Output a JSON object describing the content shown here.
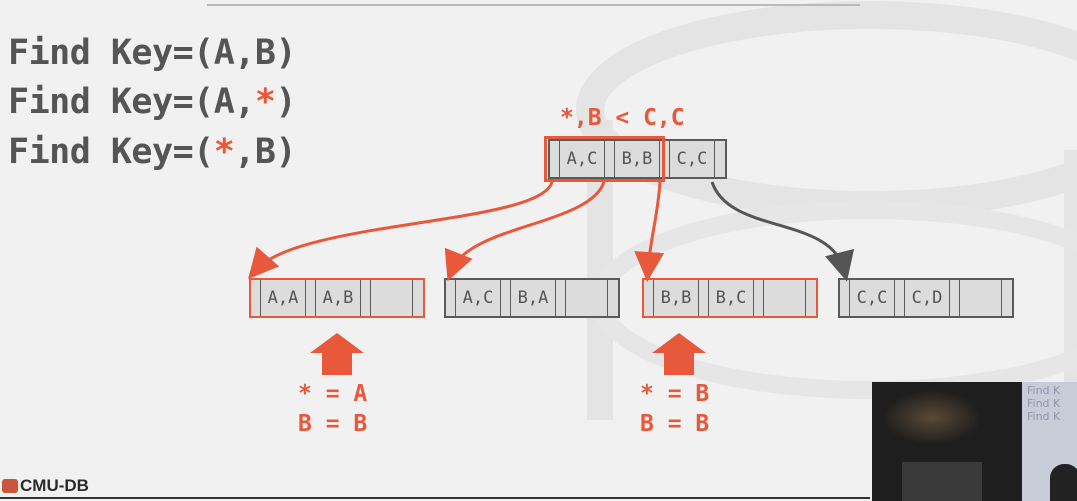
{
  "queries": [
    {
      "prefix": "Find Key=(",
      "part1": "A",
      "comma": ",",
      "part2": "B",
      "suffix": ")"
    },
    {
      "prefix": "Find Key=(",
      "part1": "A",
      "comma": ",",
      "part2": "*",
      "suffix": ")"
    },
    {
      "prefix": "Find Key=(",
      "part1": "*",
      "comma": ",",
      "part2": "B",
      "suffix": ")"
    }
  ],
  "root_annotation": "*,B < C,C",
  "root_node": {
    "keys": [
      "A,C",
      "B,B",
      "C,C"
    ]
  },
  "leaf_nodes": [
    {
      "keys": [
        "A,A",
        "A,B"
      ]
    },
    {
      "keys": [
        "A,C",
        "B,A"
      ]
    },
    {
      "keys": [
        "B,B",
        "B,C"
      ]
    },
    {
      "keys": [
        "C,C",
        "C,D"
      ]
    }
  ],
  "leaf_annotations": [
    {
      "line1": "* = A",
      "line2": "B = B"
    },
    {
      "line1": "* = B",
      "line2": "B = B"
    }
  ],
  "logo_text": "CMU-DB",
  "video_screen_text": [
    "Find K",
    "Find K",
    "Find K"
  ],
  "colors": {
    "highlight": "#e8583a",
    "text": "#555555",
    "node_fill": "#dcdcdc",
    "node_border": "#5a5a5a"
  }
}
